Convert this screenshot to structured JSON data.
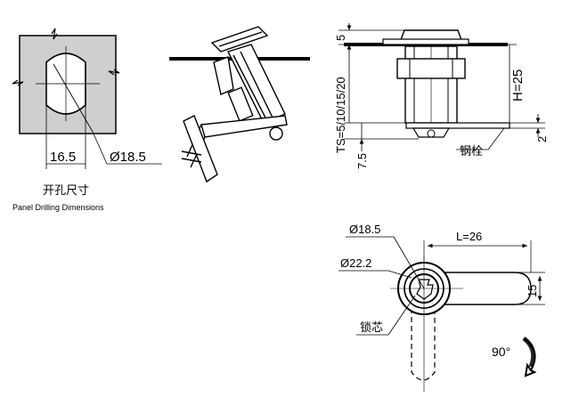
{
  "panel_drilling": {
    "dim_width": "16.5",
    "dim_diameter": "Ø18.5",
    "caption_cn": "开孔尺寸",
    "caption_en": "Panel Drilling Dimensions"
  },
  "side_view": {
    "dim_top": "5",
    "dim_ts": "TS=5/10/15/20",
    "dim_h": "H=25",
    "dim_bottom": "7.5",
    "dim_thickness": "2",
    "label_bolt": "钢栓"
  },
  "top_view": {
    "dim_inner_dia": "Ø18.5",
    "dim_outer_dia": "Ø22.2",
    "dim_length": "L=26",
    "dim_width": "15",
    "label_core": "锁芯",
    "rotation": "90°"
  }
}
